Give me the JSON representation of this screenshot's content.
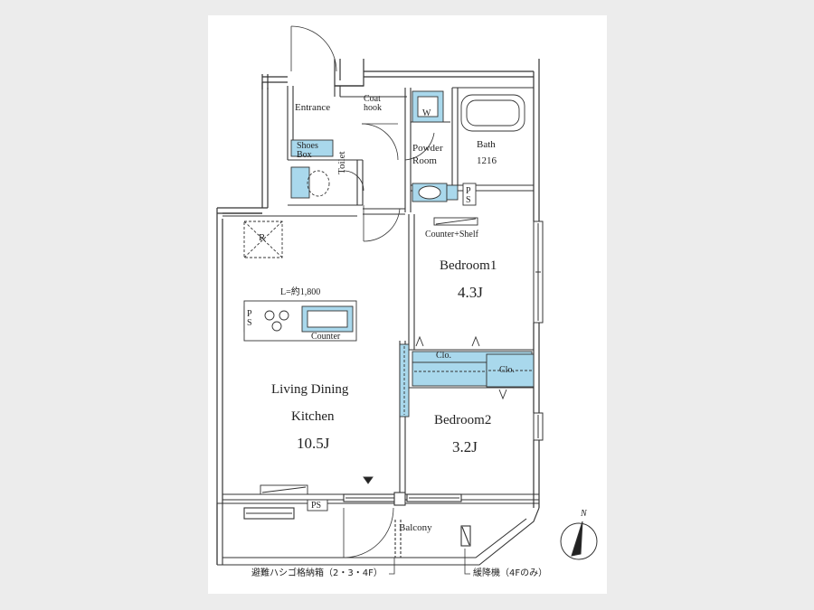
{
  "rooms": {
    "entrance": "Entrance",
    "coat_hook": "Coat\nhook",
    "shoes_box": "Shoes\nBox",
    "toilet": "Toilet",
    "powder_room": "Powder\nRoom",
    "washer": "W",
    "bath": "Bath",
    "bath_size": "1216",
    "ps_upper": "PS",
    "counter_shelf": "Counter+Shelf",
    "refrigerator": "R",
    "kitchen_length": "L=約1,800",
    "ps_kitchen": "PS",
    "counter": "Counter",
    "bedroom1": "Bedroom1",
    "bedroom1_area": "4.3J",
    "closet1": "Clo.",
    "closet2": "Clo.",
    "ldk_line1": "Living Dining",
    "ldk_line2": "Kitchen",
    "ldk_area": "10.5J",
    "bedroom2": "Bedroom2",
    "bedroom2_area": "3.2J",
    "ps_lower": "PS",
    "balcony": "Balcony"
  },
  "notes": {
    "escape_ladder": "避難ハシゴ格納箱（2・3・4F）",
    "descender": "緩降機（4Fのみ）"
  },
  "compass": {
    "label": "N"
  },
  "colors": {
    "fixture_fill": "#a9d8ec",
    "wall": "#555555",
    "line": "#333333",
    "background": "#ececec"
  }
}
